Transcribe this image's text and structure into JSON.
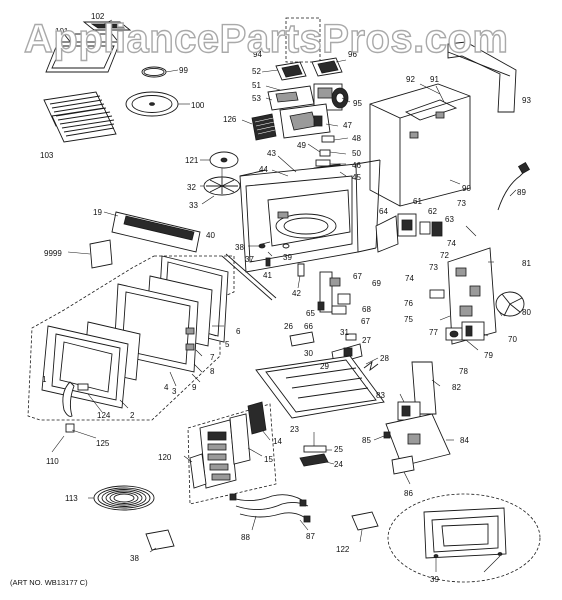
{
  "watermark": "AppliancePartsPros.com",
  "art_note": "(ART NO. WB13177 C)",
  "callouts": [
    "102",
    "101",
    "99",
    "100",
    "103",
    "94",
    "96",
    "52",
    "51",
    "53",
    "95",
    "92",
    "91",
    "93",
    "126",
    "47",
    "48",
    "49",
    "50",
    "46",
    "45",
    "43",
    "44",
    "121",
    "32",
    "33",
    "19",
    "90",
    "89",
    "64",
    "61",
    "62",
    "63",
    "73",
    "74",
    "72",
    "9999",
    "40",
    "38",
    "37",
    "41",
    "39",
    "42",
    "81",
    "73",
    "74",
    "76",
    "75",
    "80",
    "77",
    "70",
    "79",
    "78",
    "69",
    "67",
    "68",
    "65",
    "66",
    "67",
    "6",
    "5",
    "7",
    "8",
    "9",
    "3",
    "1",
    "124",
    "2",
    "4",
    "125",
    "110",
    "26",
    "31",
    "27",
    "30",
    "29",
    "28",
    "23",
    "82",
    "83",
    "84",
    "85",
    "86",
    "25",
    "24",
    "14",
    "15",
    "120",
    "113",
    "88",
    "87",
    "122",
    "38",
    "39"
  ]
}
